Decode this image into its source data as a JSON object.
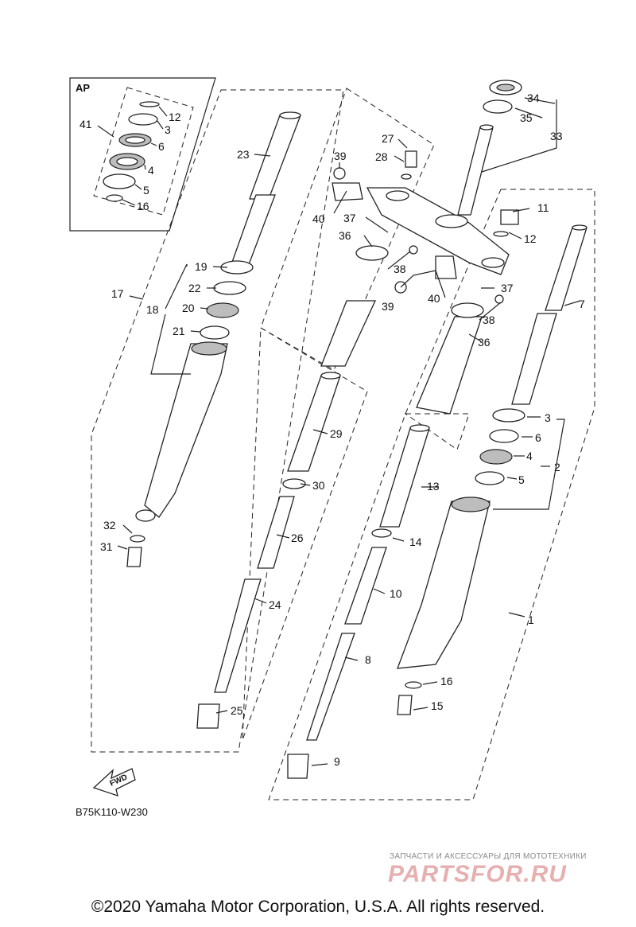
{
  "diagram": {
    "inset_label": "AP",
    "callouts": [
      "1",
      "2",
      "3",
      "4",
      "5",
      "6",
      "7",
      "8",
      "9",
      "10",
      "11",
      "12",
      "13",
      "14",
      "15",
      "16",
      "17",
      "18",
      "19",
      "20",
      "21",
      "22",
      "23",
      "24",
      "25",
      "26",
      "27",
      "28",
      "29",
      "30",
      "31",
      "32",
      "33",
      "34",
      "35",
      "36",
      "37",
      "38",
      "39",
      "40",
      "41"
    ],
    "diagram_code": "B75K110-W230",
    "fwd_label": "FWD"
  },
  "footer": {
    "copyright": "©2020 Yamaha Motor Corporation, U.S.A. All rights reserved."
  },
  "watermark": {
    "tagline": "ЗАПЧАСТИ И АКСЕССУАРЫ ДЛЯ МОТОТЕХНИКИ",
    "logo_text": "PARTSFOR.RU"
  }
}
